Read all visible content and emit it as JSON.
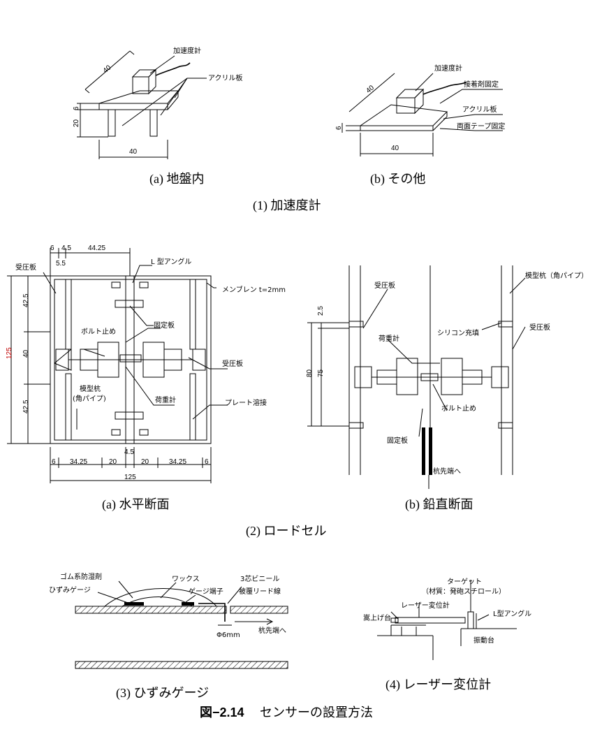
{
  "accel": {
    "a": {
      "label_sensor": "加速度計",
      "label_plate": "アクリル板",
      "dim_40_top": "40",
      "dim_6": "6",
      "dim_20": "20",
      "dim_40_bottom": "40",
      "caption": "(a) 地盤内"
    },
    "b": {
      "label_sensor": "加速度計",
      "label_glue": "接着剤固定",
      "label_plate": "アクリル板",
      "label_tape": "両面テープ固定",
      "dim_40_top": "40",
      "dim_6": "6",
      "dim_40_bottom": "40",
      "caption": "(b) その他"
    },
    "caption": "(1) 加速度計"
  },
  "loadcell": {
    "a": {
      "dims_top": [
        "6",
        "4.5",
        "44.25",
        "5.5"
      ],
      "dims_left": [
        "42.5",
        "40",
        "42.5",
        "125"
      ],
      "dims_bottom": [
        "6",
        "34.25",
        "20",
        "4.5",
        "20",
        "34.25",
        "6",
        "125"
      ],
      "label_plate1": "受圧板",
      "label_angle": "L 型アングル",
      "label_membrane": "メンブレン t=2mm",
      "label_fixplate": "固定板",
      "label_bolt": "ボルト止め",
      "label_plate2": "受圧板",
      "label_pile": "模型杭",
      "label_pile2": "(角パイプ)",
      "label_loadcell": "荷重計",
      "label_weld": "プレート溶接",
      "caption": "(a) 水平断面"
    },
    "b": {
      "label_plate1": "受圧板",
      "label_pile": "模型杭（角パイプ）",
      "label_silicon": "シリコン充填",
      "label_plate2": "受圧板",
      "label_loadcell": "荷重計",
      "label_bolt": "ボルト止め",
      "label_fixplate": "固定板",
      "label_tip": "杭先端へ",
      "dims": [
        "2.5",
        "80",
        "75"
      ],
      "caption": "(b) 鉛直断面"
    },
    "caption": "(2) ロードセル"
  },
  "strain": {
    "label_rubber": "ゴム系防湿剤",
    "label_gauge": "ひずみゲージ",
    "label_wax": "ワックス",
    "label_terminal": "ゲージ端子",
    "label_vinyl": "3芯ビニール",
    "label_lead": "被覆リード線",
    "label_dia": "Φ6mm",
    "label_tip": "杭先端へ",
    "caption": "(3) ひずみゲージ"
  },
  "laser": {
    "label_target": "ターゲット",
    "label_material": "（材質：発砲スチロール）",
    "label_laser": "レーザー変位計",
    "label_stand": "嵩上げ台",
    "label_angle": "L型アングル",
    "label_table": "振動台",
    "caption": "(4) レーザー変位計"
  },
  "figure": {
    "number": "図−2.14",
    "title": "センサーの設置方法"
  }
}
